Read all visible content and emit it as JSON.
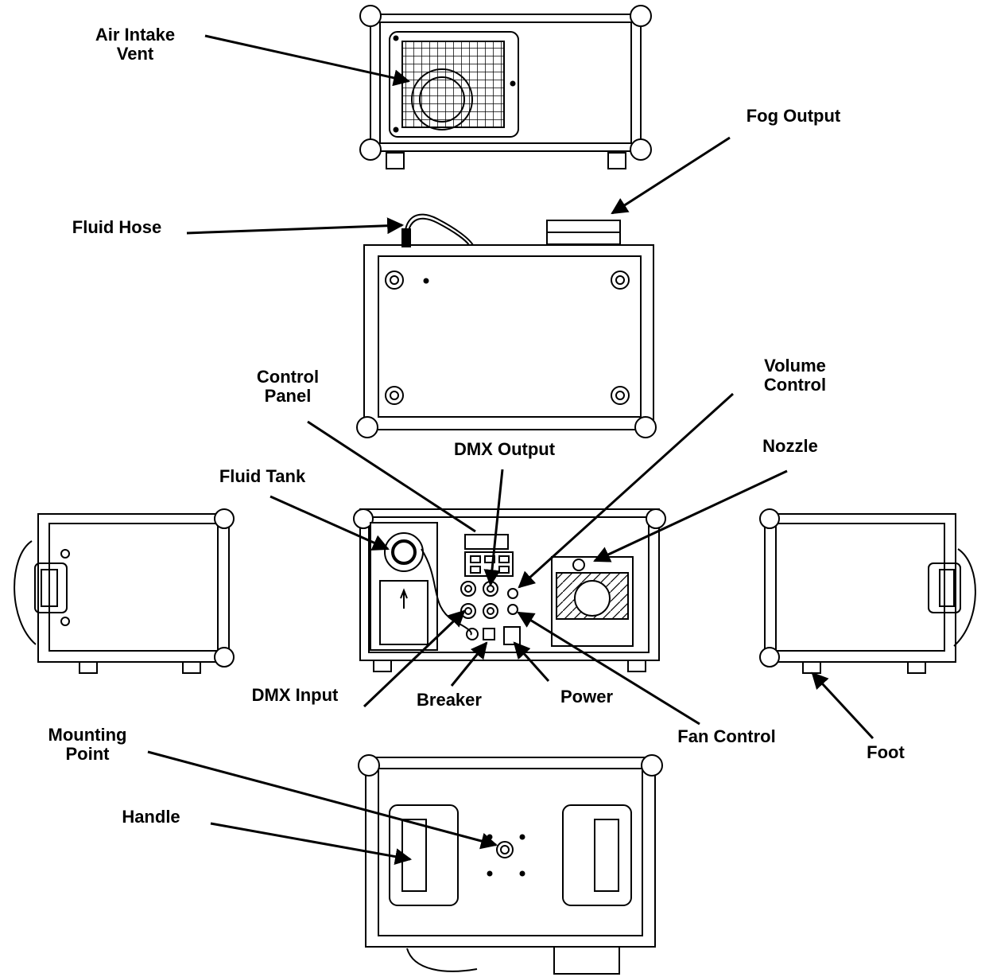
{
  "diagram": {
    "labels": {
      "air_intake_vent": [
        "Air Intake",
        "Vent"
      ],
      "fog_output": "Fog Output",
      "fluid_hose": "Fluid Hose",
      "control_panel": [
        "Control",
        "Panel"
      ],
      "volume_control": [
        "Volume",
        "Control"
      ],
      "dmx_output": "DMX Output",
      "nozzle": "Nozzle",
      "fluid_tank": "Fluid Tank",
      "dmx_input": "DMX Input",
      "breaker": "Breaker",
      "power": "Power",
      "fan_control": "Fan Control",
      "foot": "Foot",
      "mounting_point": [
        "Mounting",
        "Point"
      ],
      "handle": "Handle"
    },
    "colors": {
      "line": "#000000",
      "background": "#ffffff",
      "fill": "#ffffff"
    }
  }
}
